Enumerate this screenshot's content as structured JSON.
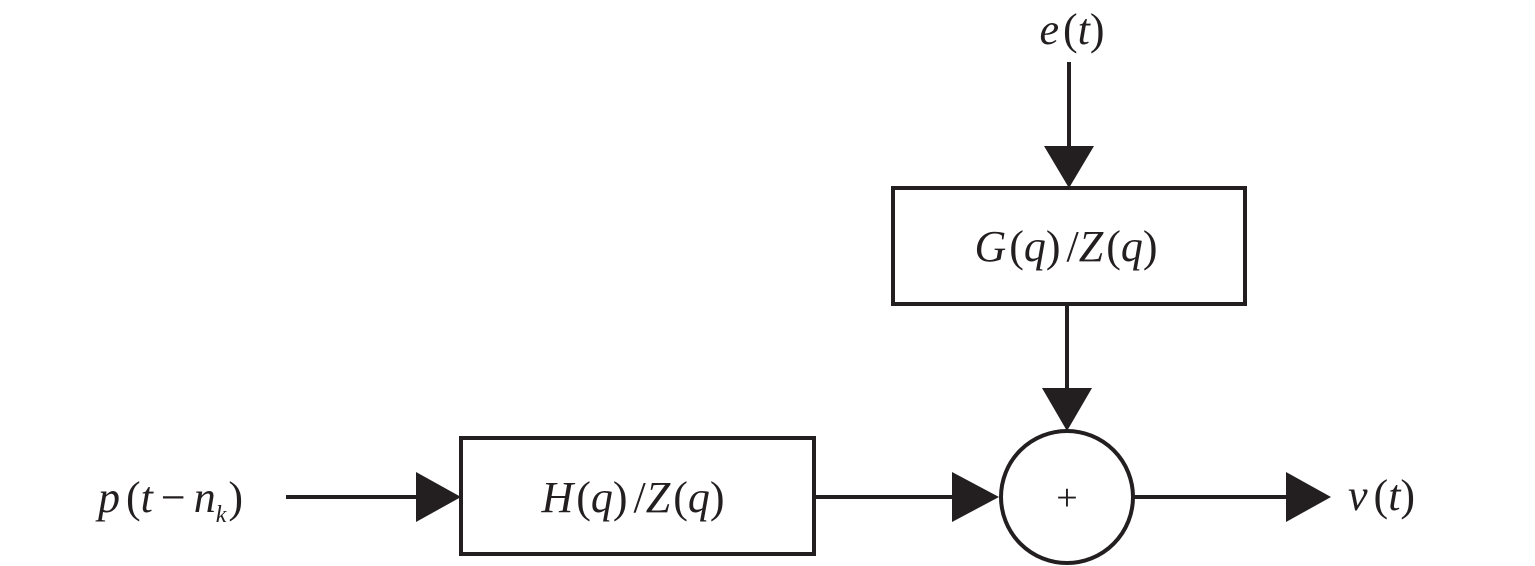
{
  "diagram": {
    "input_noise": {
      "fn": "e",
      "open": "(",
      "var": "t",
      "close": ")"
    },
    "input_signal": {
      "fn": "p",
      "open": "(",
      "var": "t",
      "op": "−",
      "n": "n",
      "sub": "k",
      "close": ")"
    },
    "output": {
      "fn": "v",
      "open": "(",
      "var": "t",
      "close": ")"
    },
    "block_top": {
      "num": "G",
      "open1": "(",
      "q1": "q",
      "close1": ")",
      "slash": "/",
      "den": "Z",
      "open2": "(",
      "q2": "q",
      "close2": ")"
    },
    "block_bottom": {
      "num": "H",
      "open1": "(",
      "q1": "q",
      "close1": ")",
      "slash": "/",
      "den": "Z",
      "open2": "(",
      "q2": "q",
      "close2": ")"
    },
    "summing_junction": {
      "symbol": "+"
    }
  }
}
